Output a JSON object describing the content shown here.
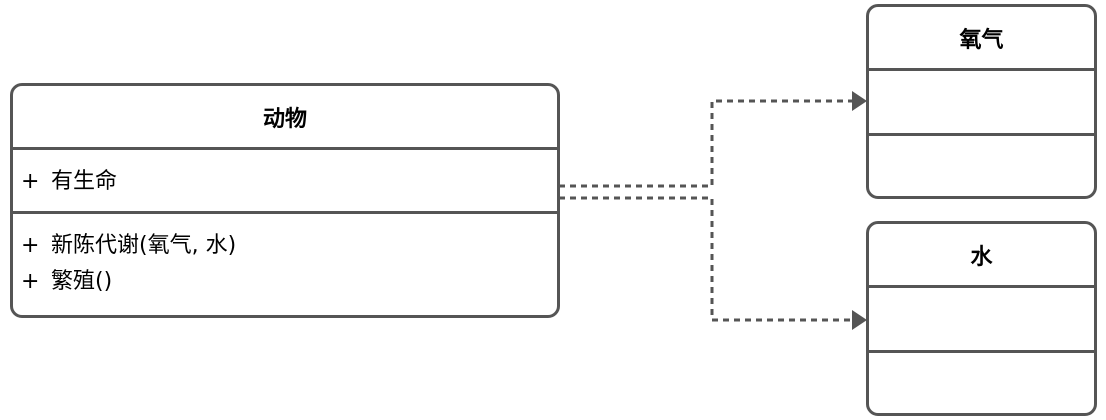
{
  "classes": {
    "animal": {
      "name": "动物",
      "attributes": [
        {
          "visibility": "+",
          "text": "有生命"
        }
      ],
      "methods": [
        {
          "visibility": "+",
          "text": "新陈代谢(氧气, 水)"
        },
        {
          "visibility": "+",
          "text": "繁殖()"
        }
      ]
    },
    "oxygen": {
      "name": "氧气"
    },
    "water": {
      "name": "水"
    }
  },
  "relationships": [
    {
      "from": "动物",
      "to": "氧气",
      "type": "dependency"
    },
    {
      "from": "动物",
      "to": "水",
      "type": "dependency"
    }
  ],
  "colors": {
    "border": "#555555",
    "connector": "#555555",
    "background": "#ffffff"
  }
}
